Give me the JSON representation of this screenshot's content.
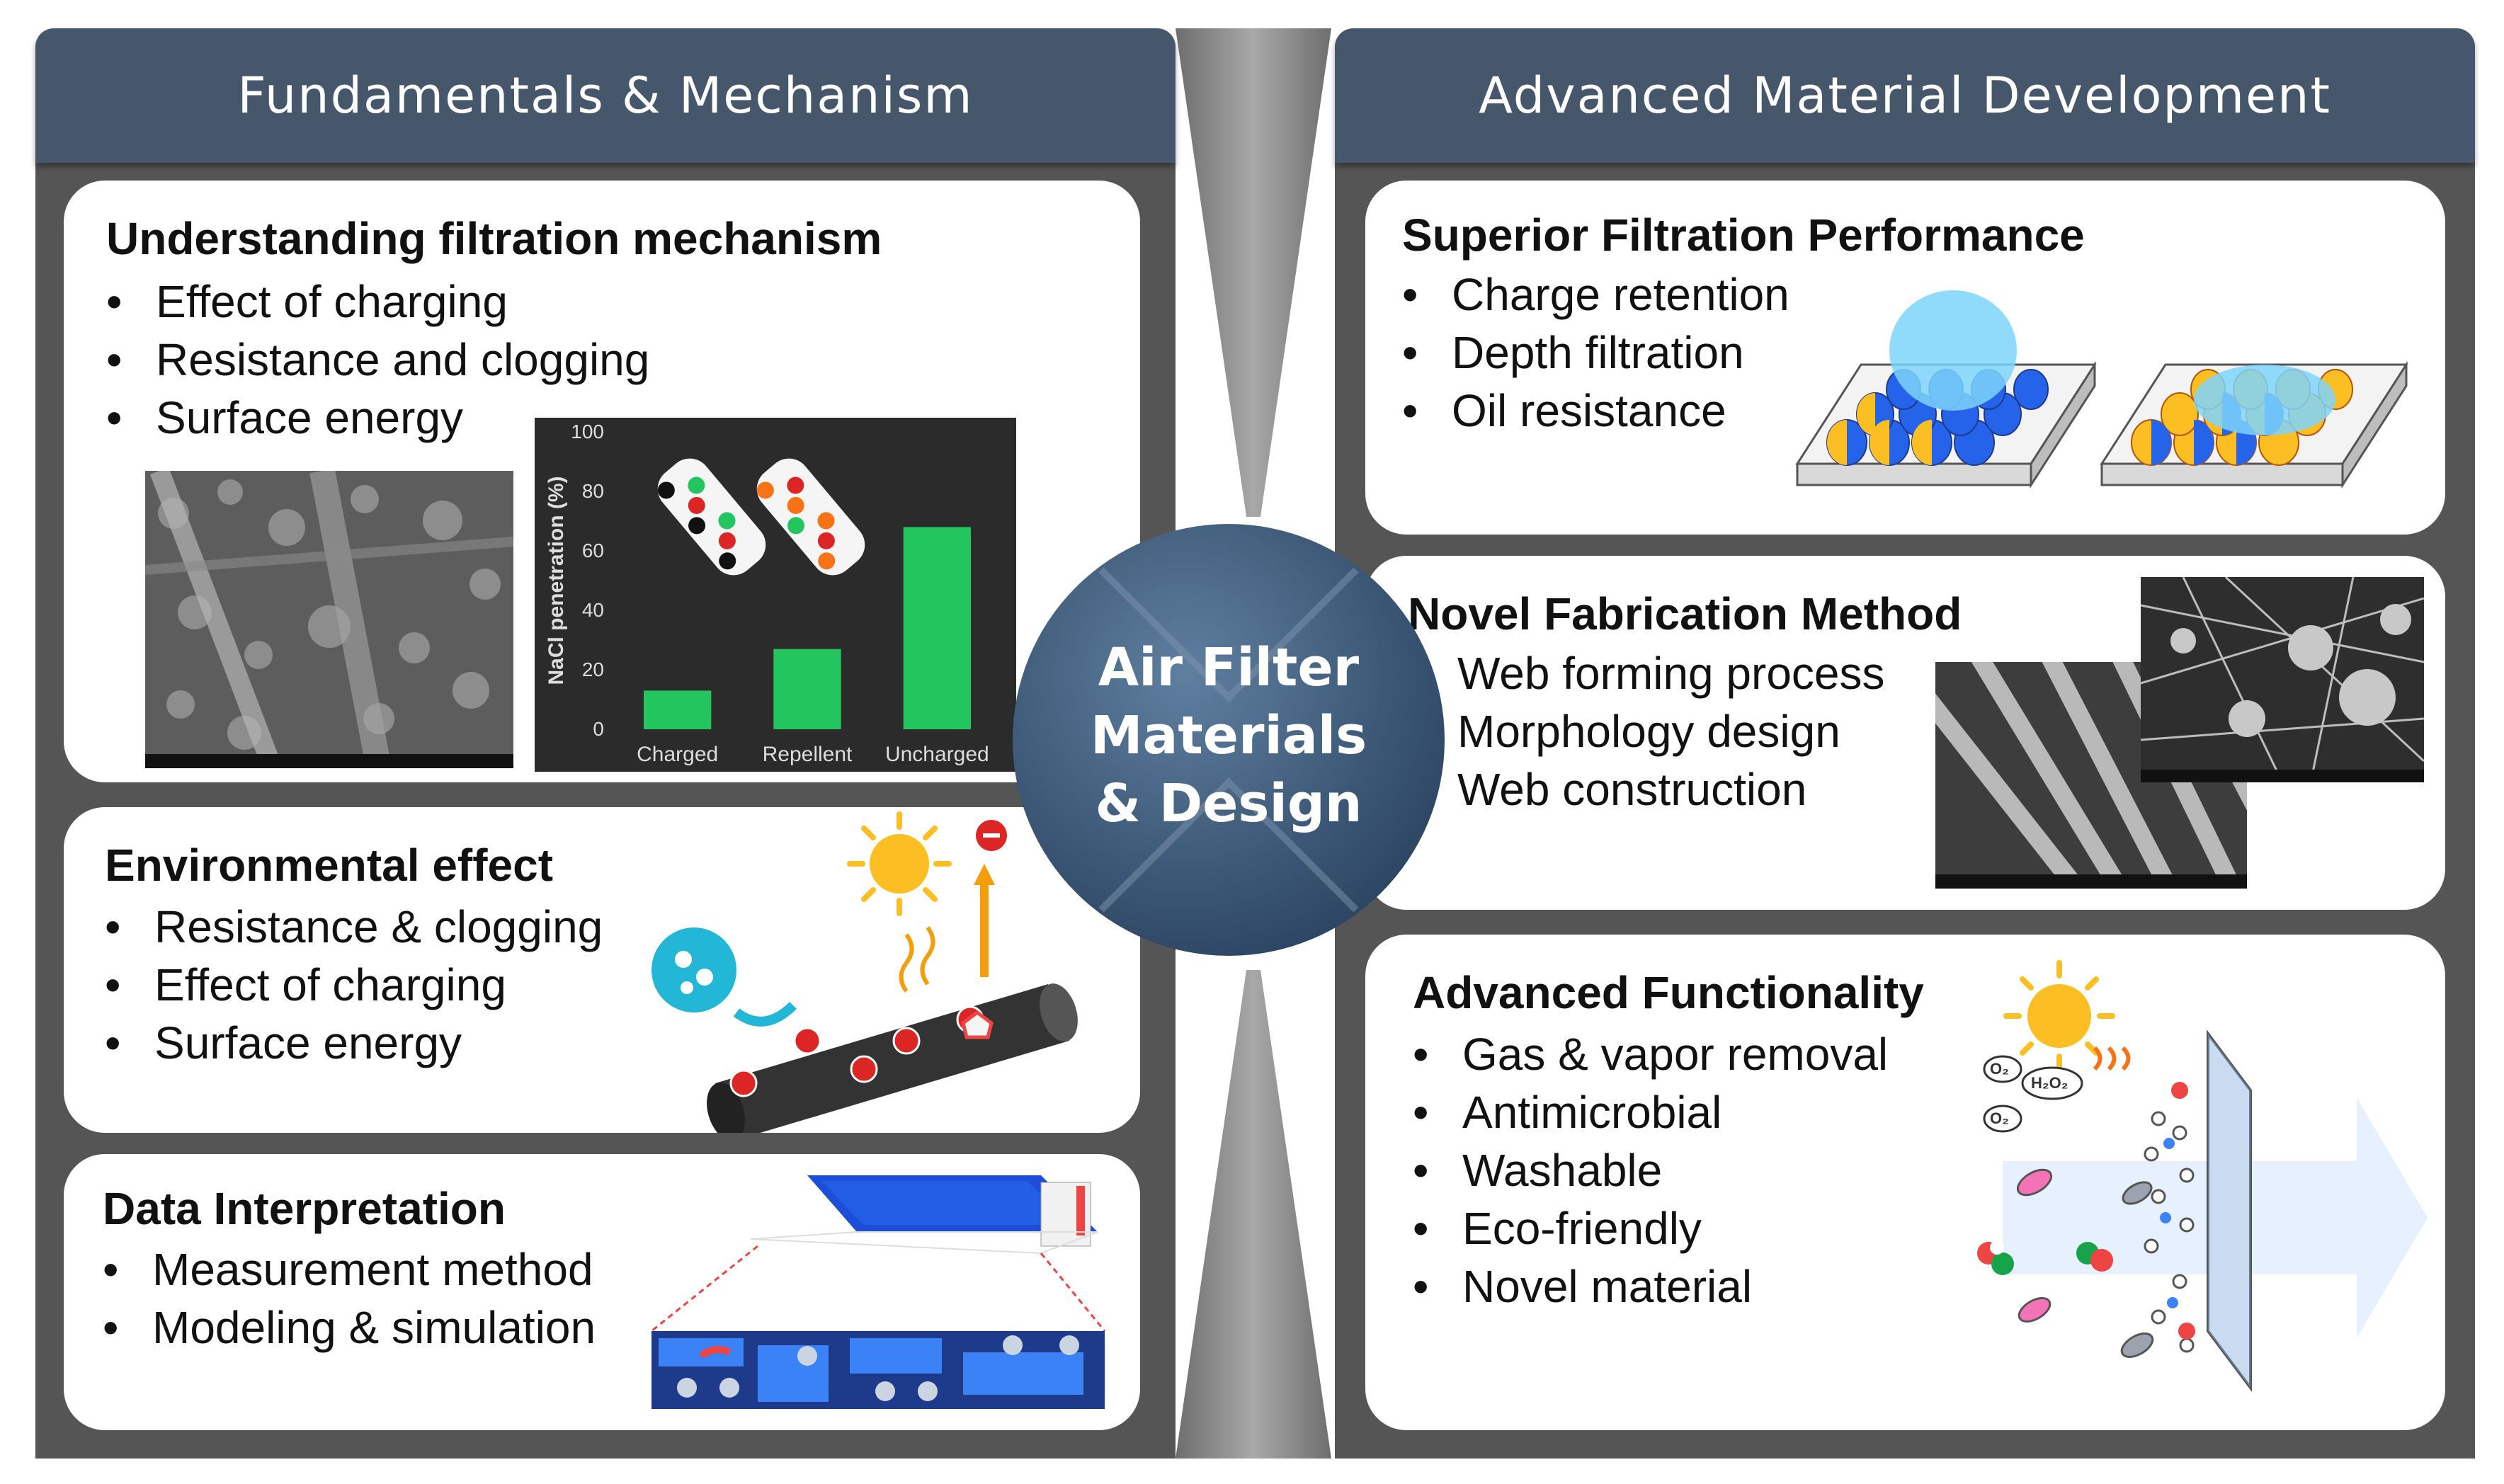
{
  "left_header": "Fundamentals & Mechanism",
  "right_header": "Advanced Material Development",
  "center": {
    "line1": "Air Filter",
    "line2": "Materials",
    "line3": "& Design"
  },
  "cards": {
    "understanding": {
      "title": "Understanding filtration mechanism",
      "bullets": [
        "Effect of charging",
        "Resistance and clogging",
        "Surface energy"
      ]
    },
    "environmental": {
      "title": "Environmental effect",
      "bullets": [
        "Resistance & clogging",
        "Effect of charging",
        "Surface energy"
      ]
    },
    "data": {
      "title": "Data Interpretation",
      "bullets": [
        "Measurement method",
        "Modeling & simulation"
      ]
    },
    "superior": {
      "title": "Superior Filtration Performance",
      "bullets": [
        "Charge retention",
        "Depth filtration",
        "Oil resistance"
      ]
    },
    "novel": {
      "title": "Novel Fabrication Method",
      "bullets": [
        "Web forming process",
        "Morphology design",
        "Web construction"
      ]
    },
    "advanced": {
      "title": "Advanced Functionality",
      "bullets": [
        "Gas & vapor removal",
        "Antimicrobial",
        "Washable",
        "Eco-friendly",
        "Novel material"
      ]
    }
  },
  "molecules": {
    "o2_a": "O₂",
    "o2_b": "O₂",
    "h2o2": "H₂O₂"
  },
  "chart_data": {
    "type": "bar",
    "categories": [
      "Charged",
      "Repellent",
      "Uncharged"
    ],
    "values": [
      13,
      27,
      68
    ],
    "ylabel": "NaCl penetration (%)",
    "ylim": [
      0,
      100
    ],
    "yticks": [
      0,
      20,
      40,
      60,
      80,
      100
    ],
    "bar_color": "#22c55e",
    "background": "#2b2b2b"
  }
}
